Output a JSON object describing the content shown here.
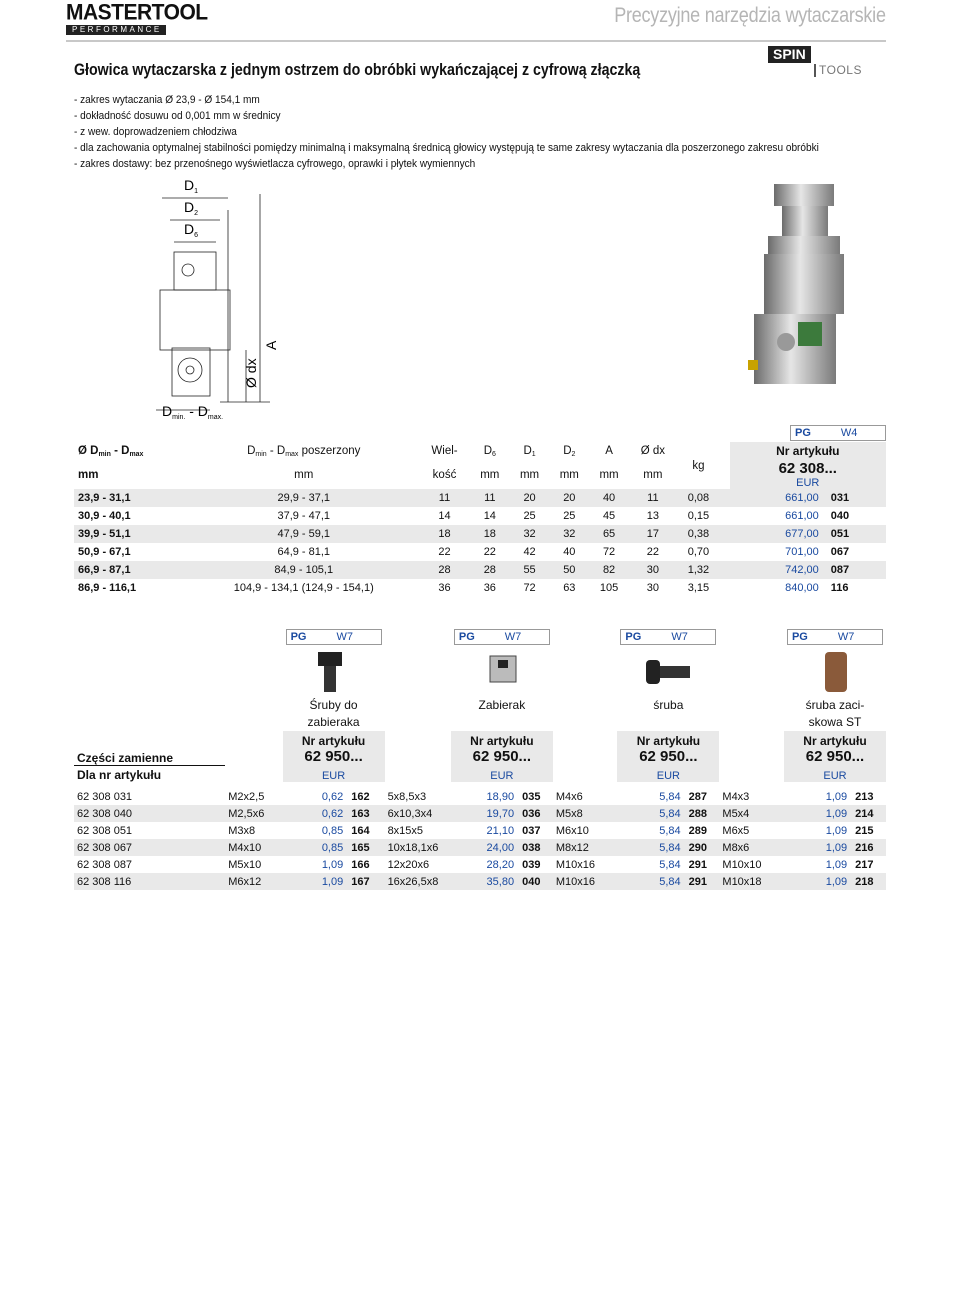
{
  "header": {
    "logo_top": "MASTERTOOL",
    "logo_bottom": "PERFORMANCE",
    "tagline": "Precyzyjne narzędzia wytaczarskie",
    "spin_logo_top": "SPIN",
    "spin_logo_bottom": "TOOLS"
  },
  "title": "Głowica wytaczarska z jednym ostrzem do obróbki wykańczającej z cyfrową złączką",
  "bullets": [
    "-  zakres wytaczania Ø 23,9 - Ø 154,1 mm",
    "-  dokładność dosuwu od 0,001 mm w średnicy",
    "-  z wew. doprowadzeniem chłodziwa",
    "-  dla zachowania optymalnej stabilności pomiędzy minimalną i maksymalną średnicą głowicy występują te same zakresy wytaczania dla poszerzonego zakresu obróbki",
    "-  zakres dostawy: bez przenośnego wyświetlacza cyfrowego, oprawki i płytek wymiennych"
  ],
  "diagram": {
    "d1": "D",
    "d1_sub": "1",
    "d2": "D",
    "d2_sub": "2",
    "d6": "D",
    "d6_sub": "6",
    "a": "A",
    "dx": "Ø dx",
    "dmin": "D",
    "dmin_sub": "min.",
    "dash": " - D",
    "dmax_sub": "max."
  },
  "main_table": {
    "pg": "PG",
    "pg_code": "W4",
    "nr_label": "Nr artykułu",
    "nr_value": "62 308...",
    "headers": {
      "c1_top": "Ø D",
      "c1_sub1": "min",
      "c1_mid": " - D",
      "c1_sub2": "max",
      "c1_unit": "mm",
      "c2_top": "D",
      "c2_sub1": "min",
      "c2_mid": " - D",
      "c2_sub2": "max",
      "c2_suffix": " poszerzony",
      "c2_unit": "mm",
      "c3_top": "Wiel-",
      "c3_bottom": "kość",
      "c4_top": "D",
      "c4_sub": "6",
      "c4_unit": "mm",
      "c5_top": "D",
      "c5_sub": "1",
      "c5_unit": "mm",
      "c6_top": "D",
      "c6_sub": "2",
      "c6_unit": "mm",
      "c7_top": "A",
      "c7_unit": "mm",
      "c8_top": "Ø dx",
      "c8_unit": "mm",
      "c9_top": "kg",
      "eur": "EUR"
    },
    "rows": [
      {
        "range": "23,9 - 31,1",
        "ext": "29,9 - 37,1",
        "size": "11",
        "d6": "11",
        "d1": "20",
        "d2": "20",
        "a": "40",
        "dx": "11",
        "kg": "0,08",
        "price": "661,00",
        "code": "031"
      },
      {
        "range": "30,9 - 40,1",
        "ext": "37,9 - 47,1",
        "size": "14",
        "d6": "14",
        "d1": "25",
        "d2": "25",
        "a": "45",
        "dx": "13",
        "kg": "0,15",
        "price": "661,00",
        "code": "040"
      },
      {
        "range": "39,9 - 51,1",
        "ext": "47,9 - 59,1",
        "size": "18",
        "d6": "18",
        "d1": "32",
        "d2": "32",
        "a": "65",
        "dx": "17",
        "kg": "0,38",
        "price": "677,00",
        "code": "051"
      },
      {
        "range": "50,9 - 67,1",
        "ext": "64,9 - 81,1",
        "size": "22",
        "d6": "22",
        "d1": "42",
        "d2": "40",
        "a": "72",
        "dx": "22",
        "kg": "0,70",
        "price": "701,00",
        "code": "067"
      },
      {
        "range": "66,9 - 87,1",
        "ext": "84,9 - 105,1",
        "size": "28",
        "d6": "28",
        "d1": "55",
        "d2": "50",
        "a": "82",
        "dx": "30",
        "kg": "1,32",
        "price": "742,00",
        "code": "087"
      },
      {
        "range": "86,9 - 116,1",
        "ext": "104,9 - 134,1 (124,9 - 154,1)",
        "size": "36",
        "d6": "36",
        "d1": "72",
        "d2": "63",
        "a": "105",
        "dx": "30",
        "kg": "3,15",
        "price": "840,00",
        "code": "116"
      }
    ]
  },
  "spare_parts": {
    "label1": "Części zamienne",
    "label2": "Dla nr artykułu",
    "groups": [
      {
        "pg": "PG",
        "code": "W7",
        "name1": "Śruby do",
        "name2": "zabieraka",
        "nr_label": "Nr artykułu",
        "nr": "62 950...",
        "eur": "EUR"
      },
      {
        "pg": "PG",
        "code": "W7",
        "name1": "Zabierak",
        "name2": "",
        "nr_label": "Nr artykułu",
        "nr": "62 950...",
        "eur": "EUR"
      },
      {
        "pg": "PG",
        "code": "W7",
        "name1": "śruba",
        "name2": "",
        "nr_label": "Nr artykułu",
        "nr": "62 950...",
        "eur": "EUR"
      },
      {
        "pg": "PG",
        "code": "W7",
        "name1": "śruba zaci-",
        "name2": "skowa ST",
        "nr_label": "Nr artykułu",
        "nr": "62 950...",
        "eur": "EUR"
      }
    ],
    "rows": [
      {
        "art": "62 308 031",
        "s1": "M2x2,5",
        "p1": "0,62",
        "c1": "162",
        "s2": "5x8,5x3",
        "p2": "18,90",
        "c2": "035",
        "s3": "M4x6",
        "p3": "5,84",
        "c3": "287",
        "s4": "M4x3",
        "p4": "1,09",
        "c4": "213"
      },
      {
        "art": "62 308 040",
        "s1": "M2,5x6",
        "p1": "0,62",
        "c1": "163",
        "s2": "6x10,3x4",
        "p2": "19,70",
        "c2": "036",
        "s3": "M5x8",
        "p3": "5,84",
        "c3": "288",
        "s4": "M5x4",
        "p4": "1,09",
        "c4": "214"
      },
      {
        "art": "62 308 051",
        "s1": "M3x8",
        "p1": "0,85",
        "c1": "164",
        "s2": "8x15x5",
        "p2": "21,10",
        "c2": "037",
        "s3": "M6x10",
        "p3": "5,84",
        "c3": "289",
        "s4": "M6x5",
        "p4": "1,09",
        "c4": "215"
      },
      {
        "art": "62 308 067",
        "s1": "M4x10",
        "p1": "0,85",
        "c1": "165",
        "s2": "10x18,1x6",
        "p2": "24,00",
        "c2": "038",
        "s3": "M8x12",
        "p3": "5,84",
        "c3": "290",
        "s4": "M8x6",
        "p4": "1,09",
        "c4": "216"
      },
      {
        "art": "62 308 087",
        "s1": "M5x10",
        "p1": "1,09",
        "c1": "166",
        "s2": "12x20x6",
        "p2": "28,20",
        "c2": "039",
        "s3": "M10x16",
        "p3": "5,84",
        "c3": "291",
        "s4": "M10x10",
        "p4": "1,09",
        "c4": "217"
      },
      {
        "art": "62 308 116",
        "s1": "M6x12",
        "p1": "1,09",
        "c1": "167",
        "s2": "16x26,5x8",
        "p2": "35,80",
        "c2": "040",
        "s3": "M10x16",
        "p3": "5,84",
        "c3": "291",
        "s4": "M10x18",
        "p4": "1,09",
        "c4": "218"
      }
    ]
  }
}
